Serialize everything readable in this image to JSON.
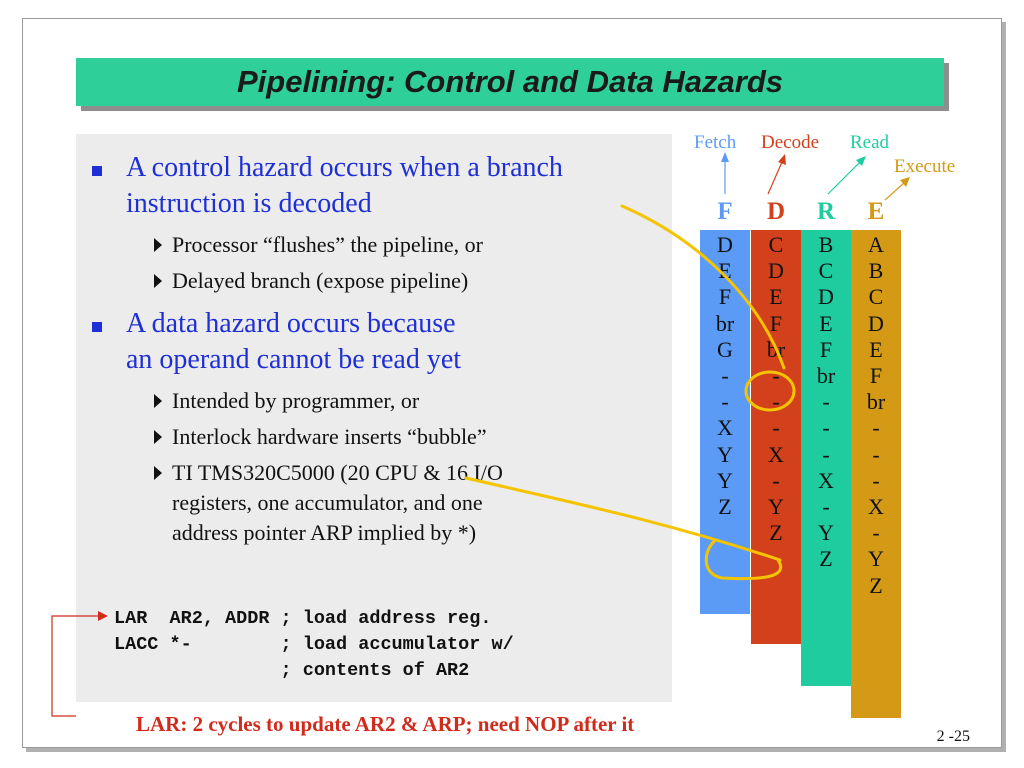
{
  "title": "Pipelining: Control and Data Hazards",
  "bullets": {
    "control": {
      "line1": "A control hazard occurs when a branch",
      "line2": "instruction is decoded",
      "sub": [
        "Processor “flushes” the pipeline, or",
        "Delayed branch (expose pipeline)"
      ]
    },
    "data": {
      "line1": "A data hazard occurs because",
      "line2": "an operand cannot be read yet",
      "sub": [
        "Intended by programmer, or",
        "Interlock hardware inserts “bubble”",
        "TI TMS320C5000 (20 CPU & 16 I/O"
      ],
      "sub_cont": [
        "registers, one accumulator, and one",
        "address pointer ARP implied by *)"
      ]
    }
  },
  "code": {
    "line1": "LAR  AR2, ADDR ; load address reg.",
    "line2": "LACC *-        ; load accumulator w/",
    "line3": "               ; contents of AR2"
  },
  "note": "LAR: 2 cycles to update AR2 & ARP; need NOP after it",
  "page_number": "2 -25",
  "pipeline": {
    "stage_names": {
      "fetch": "Fetch",
      "decode": "Decode",
      "read": "Read",
      "execute": "Execute"
    },
    "stage_letters": {
      "fetch": "F",
      "decode": "D",
      "read": "R",
      "execute": "E"
    },
    "columns": {
      "fetch": [
        "D",
        "E",
        "F",
        "br",
        "G",
        "-",
        "-",
        "X",
        "Y",
        "Y",
        "Z"
      ],
      "decode": [
        "C",
        "D",
        "E",
        "F",
        "br",
        "-",
        "-",
        "-",
        "X",
        "-",
        "Y",
        "Z"
      ],
      "read": [
        "B",
        "C",
        "D",
        "E",
        "F",
        "br",
        "-",
        "-",
        "-",
        "X",
        "-",
        "Y",
        "Z"
      ],
      "execute": [
        "A",
        "B",
        "C",
        "D",
        "E",
        "F",
        "br",
        "-",
        "-",
        "-",
        "X",
        "-",
        "Y",
        "Z"
      ]
    },
    "colors": {
      "fetch": "#5b9bf5",
      "decode": "#d2401c",
      "read": "#1fcca0",
      "execute": "#d49a16"
    }
  },
  "colors": {
    "title_bar": "#2ecf98",
    "bullet_blue": "#1f2fd6",
    "note_red": "#d02b1c",
    "highlight": "#f5c400"
  }
}
